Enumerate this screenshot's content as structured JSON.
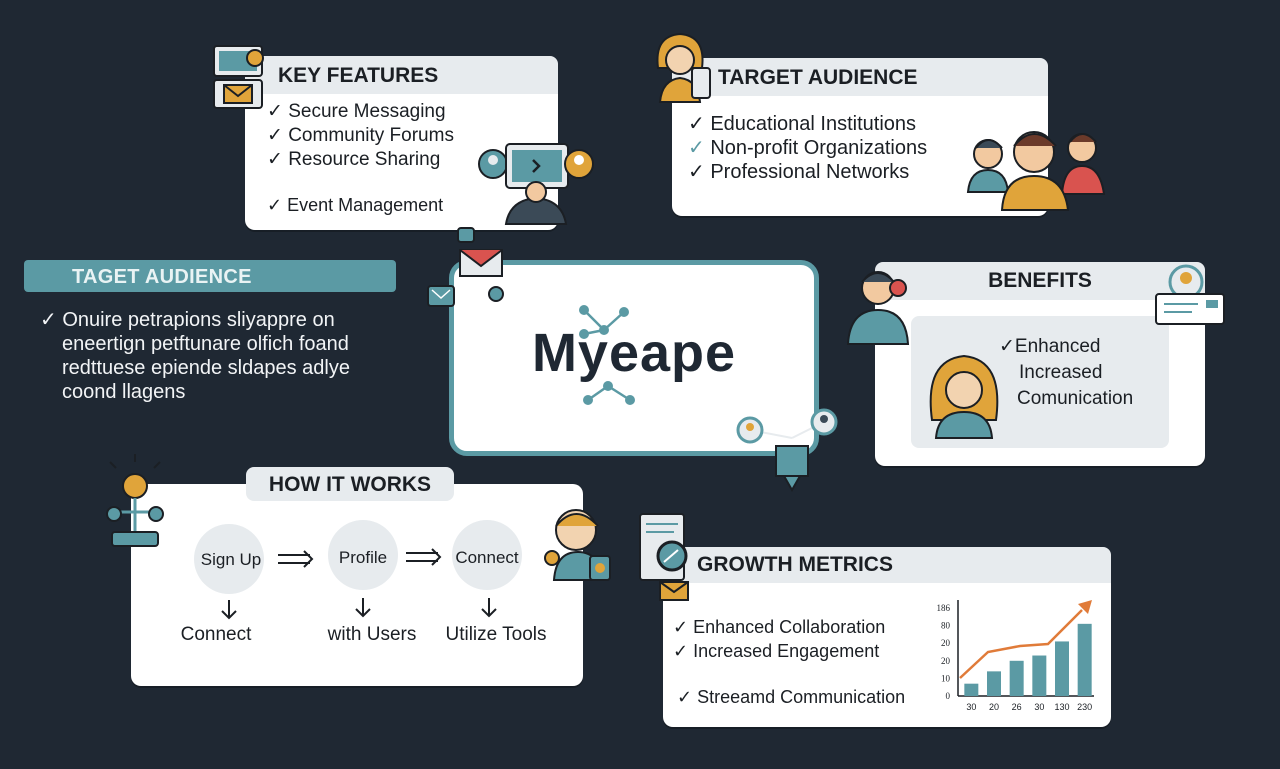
{
  "key_features": {
    "title": "KEY FEATURES",
    "items": [
      "Secure Messaging",
      "Community Forums",
      "Resource Sharing"
    ],
    "extra_item": "Event Management"
  },
  "target_audience_top": {
    "title": "TARGET AUDIENCE",
    "items": [
      "Educational Institutions",
      "Non-profit Organizations",
      "Professional Networks"
    ]
  },
  "target_audience_left": {
    "title": "TAGET AUDIENCE",
    "lines": [
      "✓ Onuire petrapions sliyappre on",
      "eneertign petftunare olfich foand",
      "redttuese epiende sldapes adlye",
      "coond llagens"
    ]
  },
  "logo": {
    "text": "Myeape"
  },
  "benefits": {
    "title": "BENEFITS",
    "lines": [
      "✓Enhanced",
      "Increased",
      "Comunication"
    ]
  },
  "how_it_works": {
    "title": "HOW IT WORKS",
    "steps": [
      {
        "circle": "Sign Up",
        "label": "Connect"
      },
      {
        "circle": "Profile",
        "label": "with Users"
      },
      {
        "circle": "Connect",
        "label": "Utilize Tools"
      }
    ]
  },
  "growth_metrics": {
    "title": "GROWTH METRICS",
    "items": [
      "Enhanced Collaboration",
      "Increased Engagement"
    ],
    "extra_item": "Streeamd Communication"
  },
  "chart_data": {
    "type": "bar",
    "categories": [
      "30",
      "20",
      "26",
      "30",
      "130",
      "230"
    ],
    "values": [
      14,
      28,
      40,
      46,
      62,
      82
    ],
    "ytick_labels": [
      "0",
      "10",
      "20",
      "20",
      "80",
      "186"
    ],
    "trend_arrow": true,
    "colors": {
      "bars": "#5b9aa4",
      "trend": "#e07b39"
    }
  },
  "colors": {
    "background": "#1f2833",
    "accent_teal": "#5b9aa4",
    "card": "#ffffff",
    "title_strip": "#e7ebee"
  }
}
